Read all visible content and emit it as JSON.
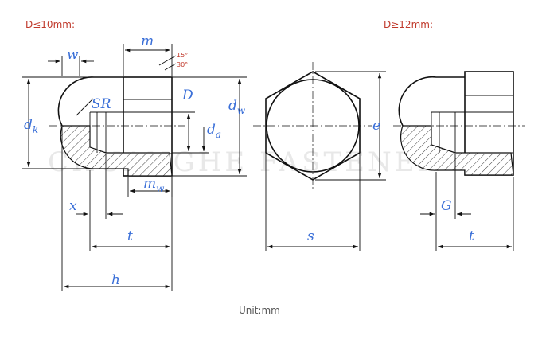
{
  "headers": {
    "small": "D≤10mm:",
    "large": "D≥12mm:"
  },
  "angles": {
    "a15": "15°",
    "a30": "30°"
  },
  "labels": {
    "w": "w",
    "m": "m",
    "SR": "SR",
    "D": "D",
    "dk": "d",
    "dk_sub": "k",
    "dw": "d",
    "dw_sub": "w",
    "da": "d",
    "da_sub": "a",
    "mw": "m",
    "mw_sub": "w",
    "x": "x",
    "t": "t",
    "h": "h",
    "s": "s",
    "e": "e",
    "G": "G",
    "t2": "t"
  },
  "watermark": "CHUANGHE FASTENER",
  "unit": "Unit:mm"
}
